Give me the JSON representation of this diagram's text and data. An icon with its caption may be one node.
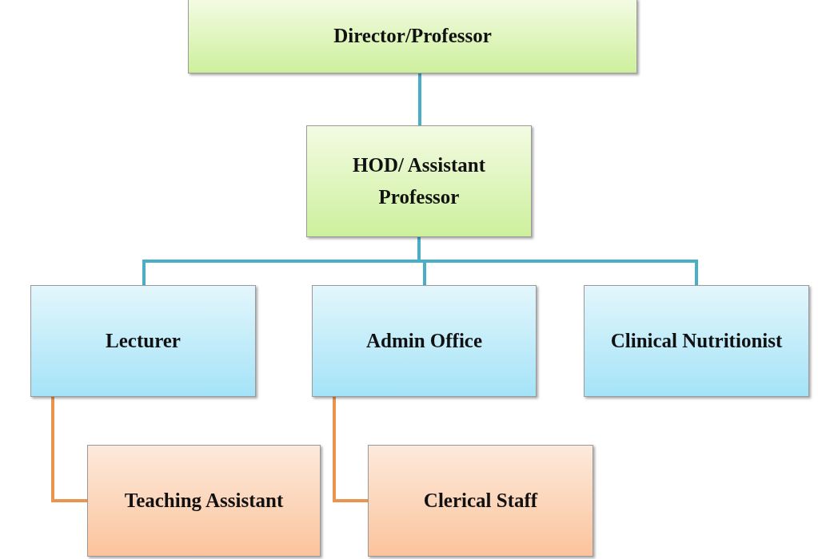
{
  "diagram": {
    "nodes": [
      {
        "text": [
          "Director/Professor"
        ]
      },
      {
        "text": [
          "HOD/ Assistant Professor"
        ]
      },
      {
        "text": [
          "Lecturer"
        ]
      },
      {
        "text": [
          "Admin Office"
        ]
      },
      {
        "text": [
          "Clinical Nutritionist"
        ]
      },
      {
        "text": [
          "Teaching Assistant"
        ]
      },
      {
        "text": [
          "Clerical Staff"
        ]
      }
    ],
    "edges": [
      {
        "from": 0,
        "to": 1,
        "arrow": "none"
      },
      {
        "from": 1,
        "to": 2,
        "arrow": "none"
      },
      {
        "from": 1,
        "to": 3,
        "arrow": "none"
      },
      {
        "from": 1,
        "to": 4,
        "arrow": "none"
      },
      {
        "from": 2,
        "to": 5,
        "arrow": "none",
        "color": "#e9954e"
      },
      {
        "from": 3,
        "to": 6,
        "arrow": "none",
        "color": "#e9954e"
      }
    ]
  }
}
